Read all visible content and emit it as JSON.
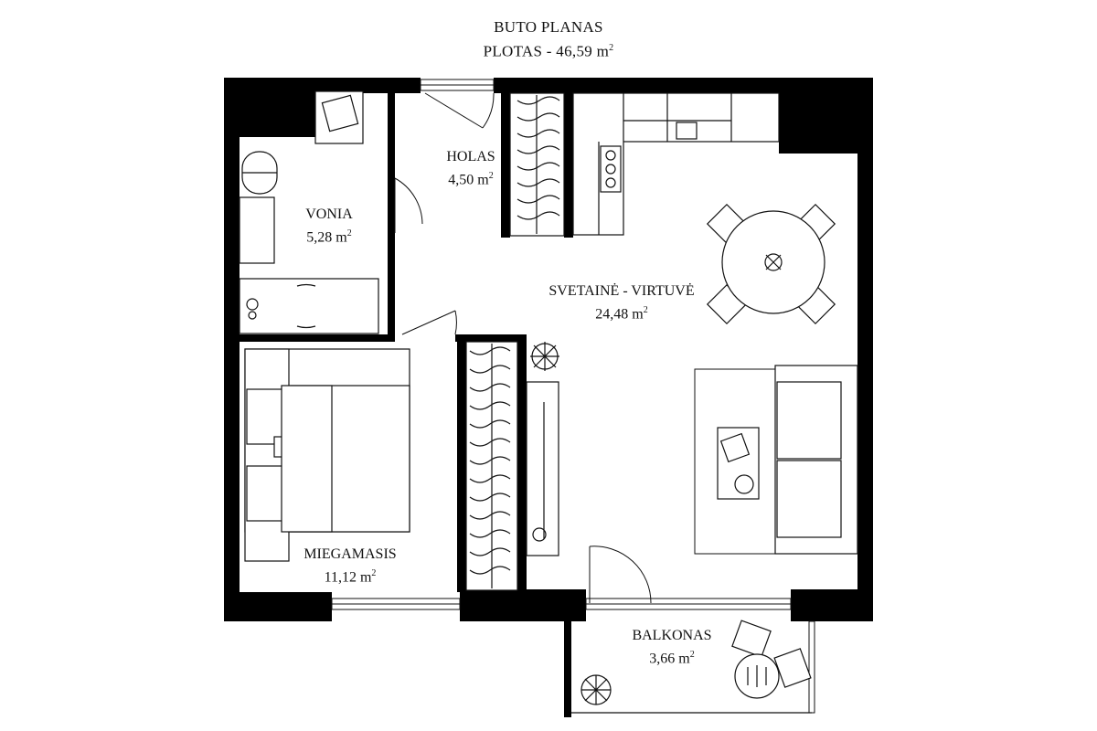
{
  "title": {
    "line1": "BUTO PLANAS",
    "line2_prefix": "PLOTAS - 46,59 m",
    "sup": "2"
  },
  "rooms": [
    {
      "name": "HOLAS",
      "area": "4,50 m",
      "sup": "2"
    },
    {
      "name": "VONIA",
      "area": "5,28 m",
      "sup": "2"
    },
    {
      "name": "SVETAINĖ - VIRTUVĖ",
      "area": "24,48 m",
      "sup": "2"
    },
    {
      "name": "MIEGAMASIS",
      "area": "11,12 m",
      "sup": "2"
    },
    {
      "name": "BALKONAS",
      "area": "3,66 m",
      "sup": "2"
    }
  ]
}
